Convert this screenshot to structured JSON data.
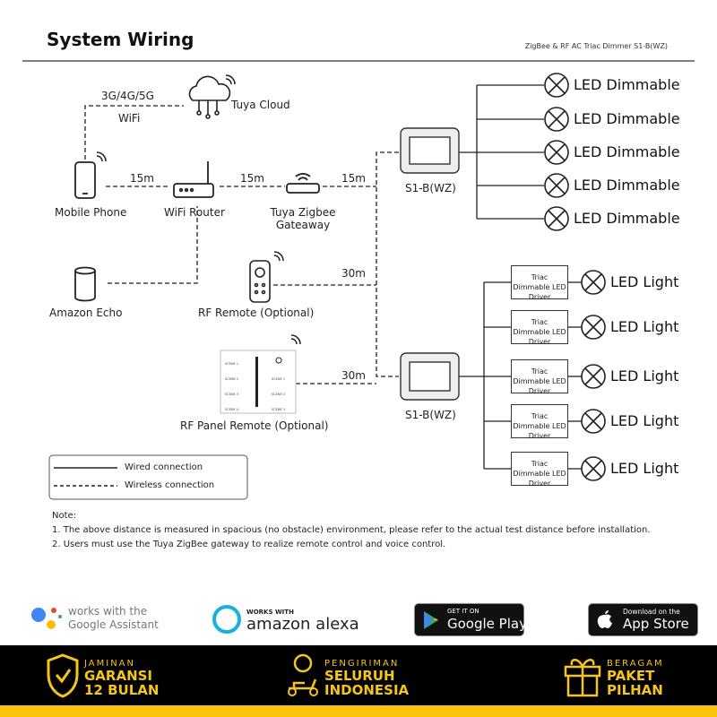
{
  "header": {
    "title": "System Wiring",
    "subtitle": "ZigBee & RF AC Triac Dimmer S1-B(WZ)"
  },
  "devices": {
    "cloud": "Tuya Cloud",
    "network": "3G/4G/5G",
    "wifi": "WiFi",
    "phone": "Mobile Phone",
    "router": "WiFi Router",
    "gateway": "Tuya Zigbee Gateaway",
    "echo": "Amazon Echo",
    "remote": "RF Remote (Optional)",
    "panel": "RF Panel Remote (Optional)",
    "dimmer_top": "S1-B(WZ)",
    "dimmer_bottom": "S1-B(WZ)"
  },
  "panel_buttons": {
    "left": [
      "SCENE 1",
      "SCENE 2",
      "SCENE 3",
      "SCENE 4"
    ],
    "right": [
      "SCENE 1",
      "SCENE 2",
      "SCENE 3"
    ]
  },
  "distances": {
    "phone_router": "15m",
    "router_gateway": "15m",
    "gateway_dimmer": "15m",
    "remote": "30m",
    "panel": "30m"
  },
  "top_loads": [
    "LED Dimmable",
    "LED Dimmable",
    "LED Dimmable",
    "LED Dimmable",
    "LED Dimmable"
  ],
  "bottom_loads": [
    {
      "driver": "Triac Dimmable LED  Driver",
      "light": "LED Light"
    },
    {
      "driver": "Triac Dimmable LED  Driver",
      "light": "LED Light"
    },
    {
      "driver": "Triac Dimmable LED  Driver",
      "light": "LED Light"
    },
    {
      "driver": "Triac Dimmable LED  Driver",
      "light": "LED Light"
    },
    {
      "driver": "Triac Dimmable LED  Driver",
      "light": "LED Light"
    }
  ],
  "legend": {
    "wired": "Wired connection",
    "wireless": "Wireless connection"
  },
  "notes": {
    "heading": "Note:",
    "items": [
      "1. The above distance is measured in spacious (no obstacle) environment, please refer to the actual test distance before installation.",
      "2. Users must use the Tuya ZigBee gateway to realize remote control and voice control."
    ]
  },
  "logos": {
    "google_a": "works with the",
    "google_b": "Google Assistant",
    "alexa_a": "WORKS WITH",
    "alexa_b": "amazon alexa",
    "play_a": "GET IT ON",
    "play_b": "Google Play",
    "apple_a": "Download on the",
    "apple_b": "App Store"
  },
  "banner": [
    {
      "small": "JAMINAN",
      "big1": "GARANSI",
      "big2": "12 BULAN"
    },
    {
      "small": "PENGIRIMAN",
      "big1": "SELURUH",
      "big2": "INDONESIA"
    },
    {
      "small": "BERAGAM",
      "big1": "PAKET",
      "big2": "PILHAN"
    }
  ],
  "colors": {
    "accent": "#f5c518",
    "band": "#000000"
  }
}
